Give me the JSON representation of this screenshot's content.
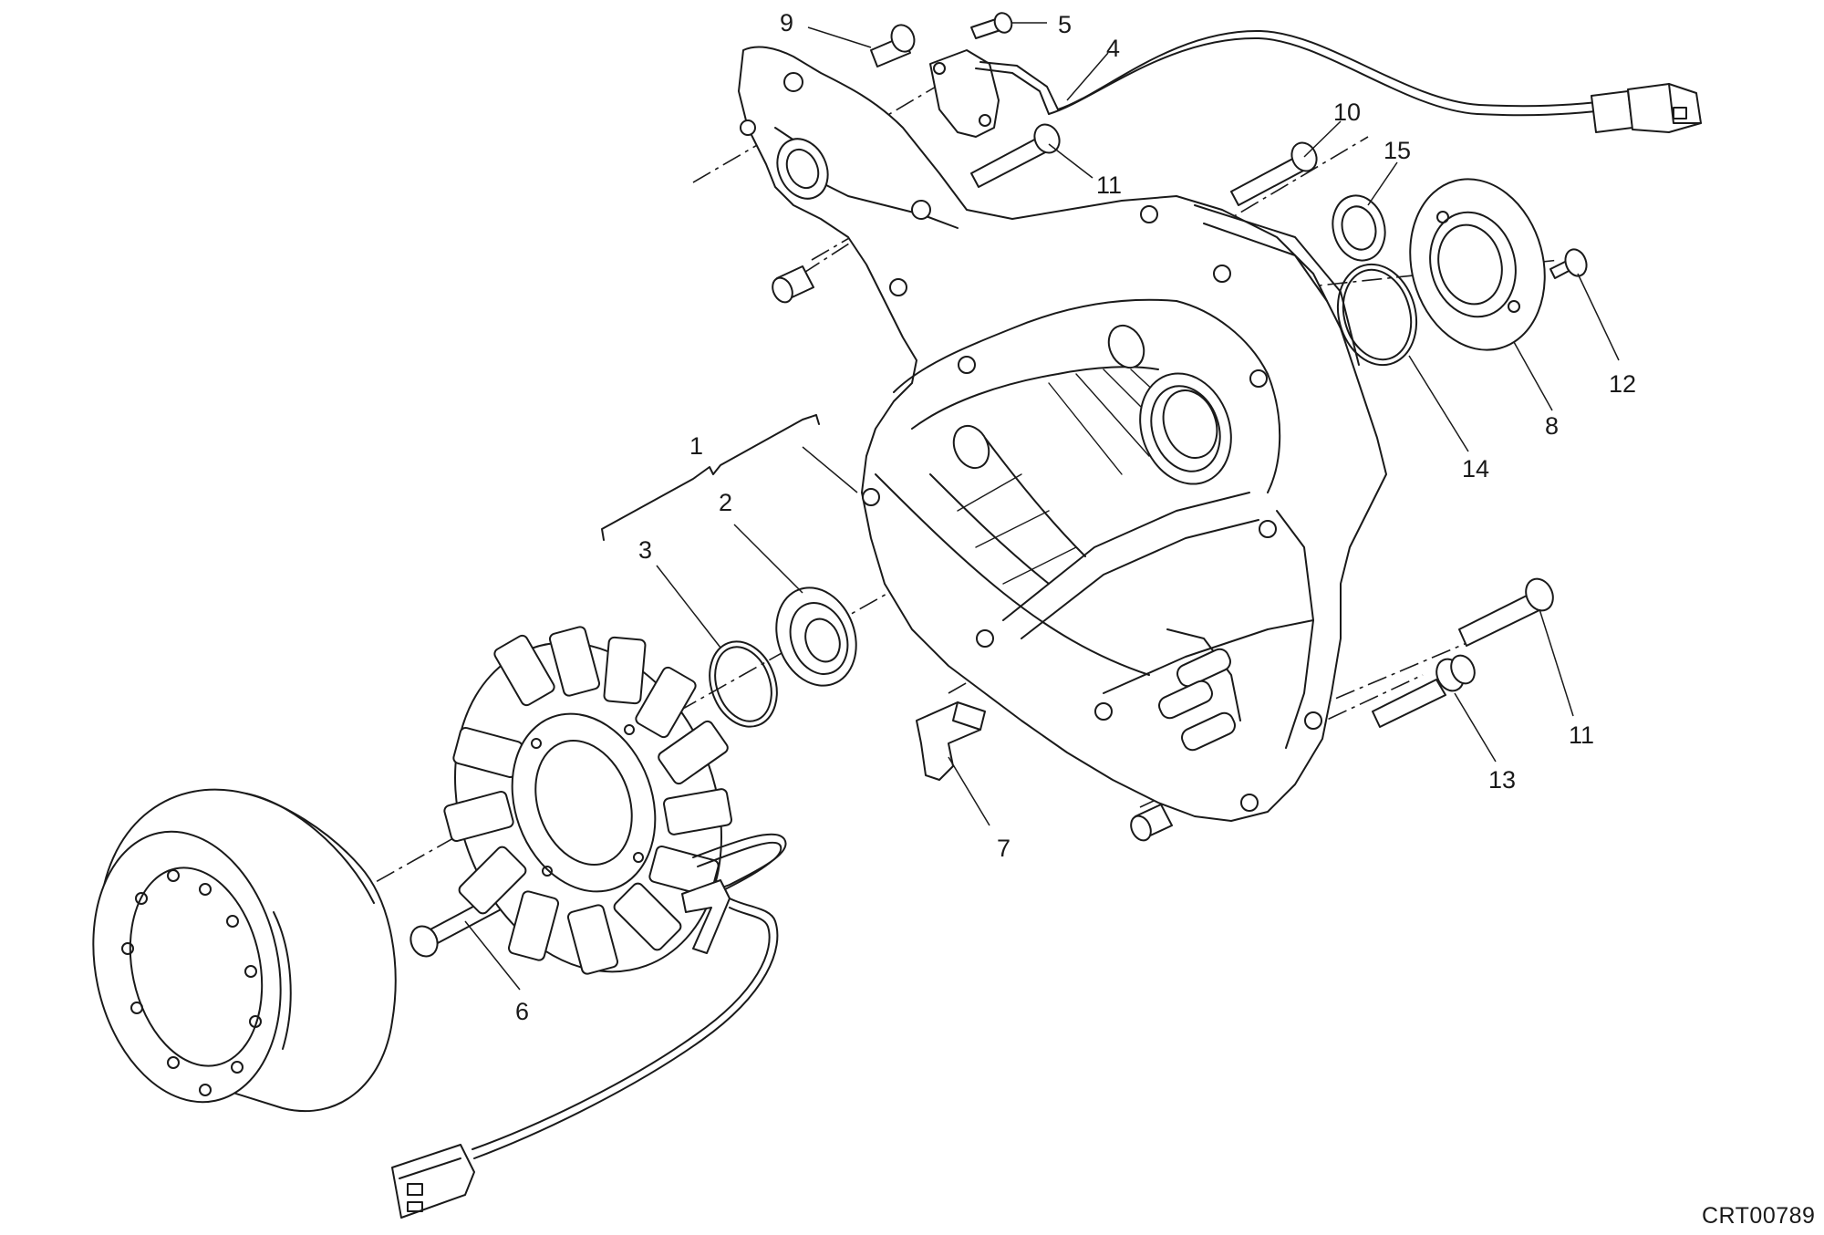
{
  "diagram": {
    "drawing_code": "CRT00789",
    "callouts": [
      "9",
      "5",
      "4",
      "10",
      "15",
      "11",
      "12",
      "8",
      "14",
      "1",
      "2",
      "3",
      "7",
      "11",
      "13",
      "6"
    ]
  }
}
